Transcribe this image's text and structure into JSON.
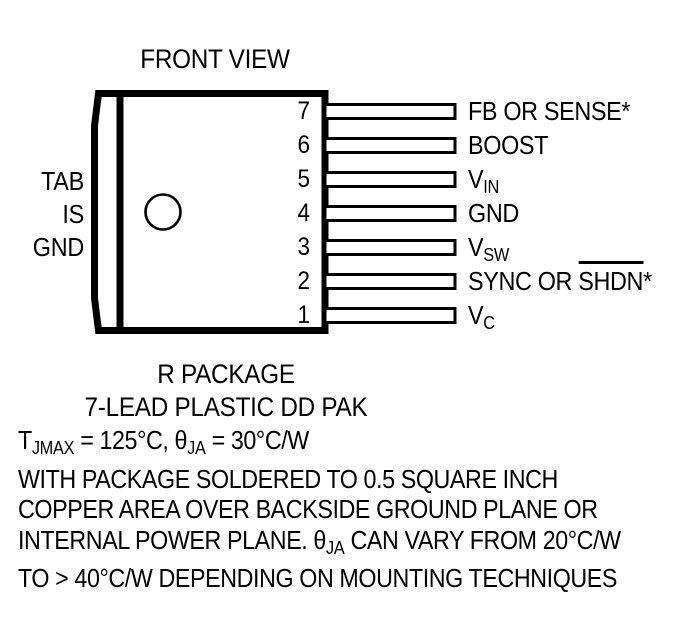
{
  "title": "FRONT VIEW",
  "tab_caption": [
    "TAB",
    "IS",
    "GND"
  ],
  "package": {
    "pin_numbers": [
      "7",
      "6",
      "5",
      "4",
      "3",
      "2",
      "1"
    ],
    "name_lines": [
      "R PACKAGE",
      "7-LEAD PLASTIC DD PAK"
    ],
    "lead_count": 7,
    "outline_color": "#000000",
    "background_color": "#ffffff"
  },
  "pins": [
    {
      "number": "7",
      "label": "FB OR SENSE*",
      "base": "FB OR SENSE",
      "sub": "",
      "overbar": "",
      "suffix": "*"
    },
    {
      "number": "6",
      "label": "BOOST",
      "base": "BOOST",
      "sub": "",
      "overbar": "",
      "suffix": ""
    },
    {
      "number": "5",
      "label": "VIN",
      "base": "V",
      "sub": "IN",
      "overbar": "",
      "suffix": ""
    },
    {
      "number": "4",
      "label": "GND",
      "base": "GND",
      "sub": "",
      "overbar": "",
      "suffix": ""
    },
    {
      "number": "3",
      "label": "VSW",
      "base": "V",
      "sub": "SW",
      "overbar": "",
      "suffix": ""
    },
    {
      "number": "2",
      "label": "SYNC OR SHDN*",
      "base": "SYNC OR ",
      "sub": "",
      "overbar": "SHDN",
      "suffix": "*"
    },
    {
      "number": "1",
      "label": "VC",
      "base": "V",
      "sub": "C",
      "overbar": "",
      "suffix": ""
    }
  ],
  "thermal": {
    "spec_prefix": "T",
    "spec_sub1": "JMAX",
    "spec_mid": " = 125°C, θ",
    "spec_sub2": "JA",
    "spec_suffix": " = 30°C/W",
    "spec_plain": "TJMAX = 125°C, θJA = 30°C/W",
    "note_line_1": "WITH PACKAGE SOLDERED TO 0.5 SQUARE INCH",
    "note_line_2": "COPPER AREA OVER BACKSIDE GROUND PLANE OR",
    "note_line_3_a": "INTERNAL POWER PLANE. θ",
    "note_line_3_sub": "JA",
    "note_line_3_b": " CAN VARY FROM 20°C/W",
    "note_line_3_plain": "INTERNAL POWER PLANE. θJA CAN VARY FROM 20°C/W",
    "note_line_4": "TO > 40°C/W DEPENDING ON MOUNTING TECHNIQUES"
  }
}
